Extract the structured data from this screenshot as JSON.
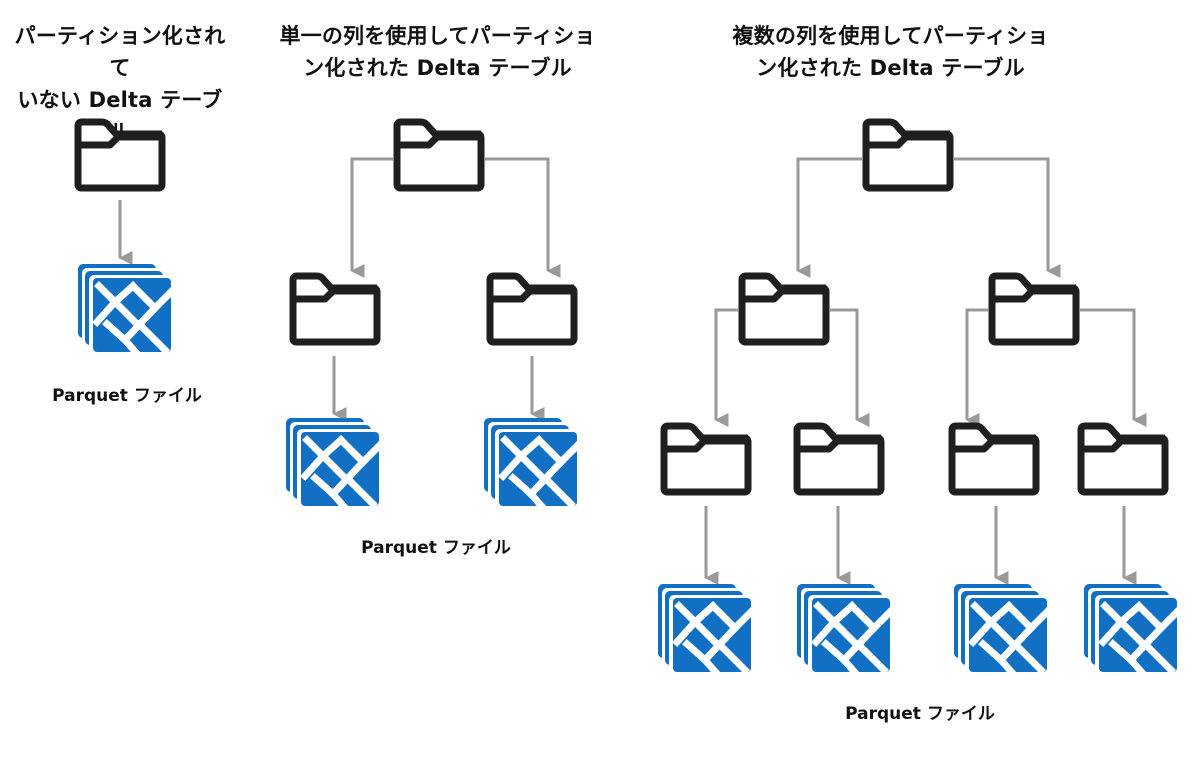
{
  "diagrams": {
    "non_partitioned": {
      "title_line1": "パーティション化されて",
      "title_line2": "いない Delta テーブル",
      "caption": "Parquet ファイル"
    },
    "single_column": {
      "title_line1": "単一の列を使用してパーティショ",
      "title_line2": "ン化された Delta テーブル",
      "caption": "Parquet ファイル"
    },
    "multi_column": {
      "title_line1": "複数の列を使用してパーティショ",
      "title_line2": "ン化された Delta テーブル",
      "caption": "Parquet ファイル"
    }
  },
  "colors": {
    "folder_stroke": "#1f1f1f",
    "arrow": "#9a9a9a",
    "parquet_blue": "#1170c4",
    "background": "#ffffff"
  },
  "icons": {
    "folder": "folder-icon",
    "parquet": "parquet-file-icon",
    "arrow": "arrow-down-icon"
  }
}
